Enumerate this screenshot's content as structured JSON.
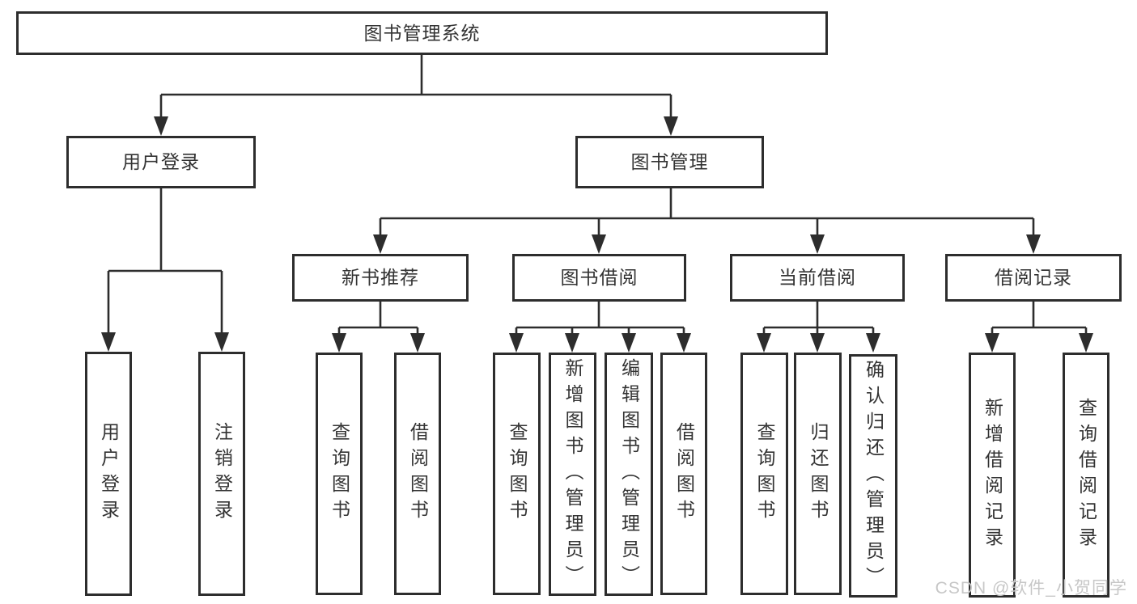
{
  "colors": {
    "line": "#2d2d2d",
    "box_border": "#2d2d2d",
    "text": "#333333",
    "watermark": "#c7c7c7",
    "background": "#ffffff"
  },
  "watermark": {
    "text": "CSDN @软件_小贺同学"
  },
  "diagram": {
    "type": "hierarchy-tree",
    "root": {
      "label": "图书管理系统",
      "children": [
        {
          "label": "用户登录",
          "children": [
            {
              "label": "用户登录"
            },
            {
              "label": "注销登录"
            }
          ]
        },
        {
          "label": "图书管理",
          "children": [
            {
              "label": "新书推荐",
              "children": [
                {
                  "label": "查询图书"
                },
                {
                  "label": "借阅图书"
                }
              ]
            },
            {
              "label": "图书借阅",
              "children": [
                {
                  "label": "查询图书"
                },
                {
                  "label": "新增图书（管理员）"
                },
                {
                  "label": "编辑图书（管理员）"
                },
                {
                  "label": "借阅图书"
                }
              ]
            },
            {
              "label": "当前借阅",
              "children": [
                {
                  "label": "查询图书"
                },
                {
                  "label": "归还图书"
                },
                {
                  "label": "确认归还（管理员）"
                }
              ]
            },
            {
              "label": "借阅记录",
              "children": [
                {
                  "label": "新增借阅记录"
                },
                {
                  "label": "查询借阅记录"
                }
              ]
            }
          ]
        }
      ]
    }
  }
}
